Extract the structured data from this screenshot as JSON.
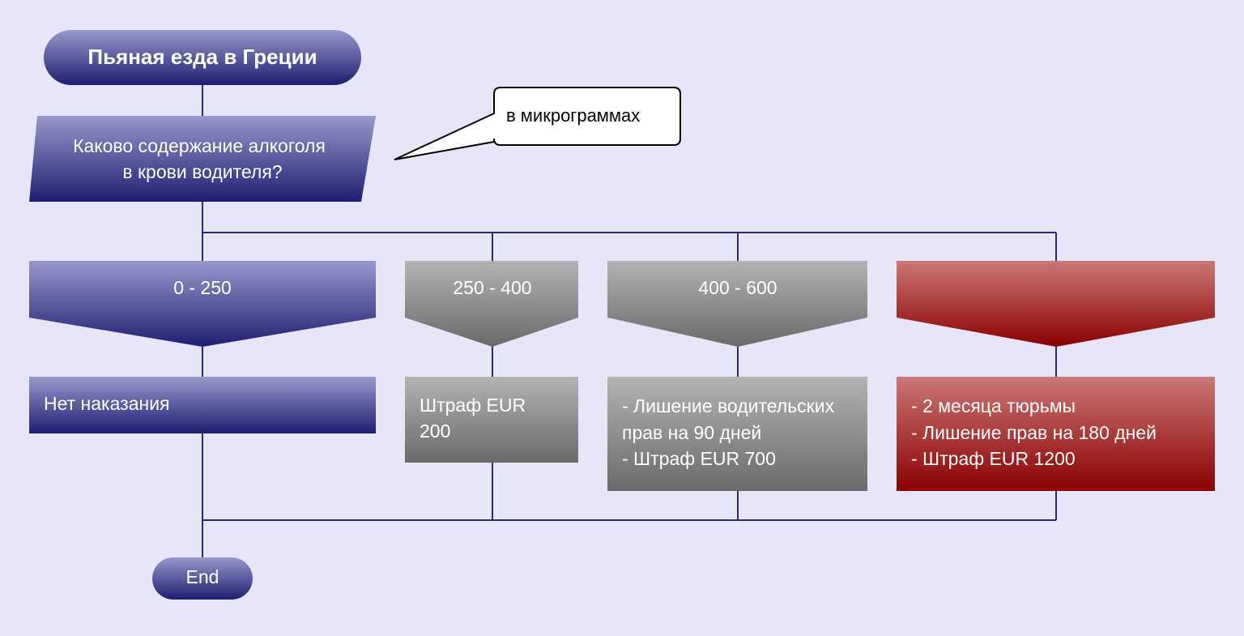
{
  "title": "Пьяная езда в Греции",
  "question": {
    "lines": [
      "Каково содержание алкоголя",
      "в крови водителя?"
    ]
  },
  "note": "в микрограммах",
  "branches": [
    {
      "label": "0 - 250",
      "outcome_lines": [
        "Нет наказания"
      ],
      "style": "blue"
    },
    {
      "label": "250 - 400",
      "outcome_lines": [
        "Штраф EUR",
        "200"
      ],
      "style": "gray"
    },
    {
      "label": "400 - 600",
      "outcome_lines": [
        "- Лишение водительских",
        "прав на 90 дней",
        "- Штраф EUR 700"
      ],
      "style": "gray"
    },
    {
      "label": "",
      "outcome_lines": [
        "- 2 месяца тюрьмы",
        "- Лишение прав на 180 дней",
        "- Штраф EUR 1200"
      ],
      "style": "red"
    }
  ],
  "end_label": "End",
  "colors": {
    "background": "#e6e6f8",
    "blue_top": "#9898cc",
    "blue_bottom": "#1e1e72",
    "gray_top": "#b3b3b3",
    "gray_bottom": "#6a6a6a",
    "red_top": "#cc7777",
    "red_bottom": "#8a0000",
    "connector": "#2a2a7a"
  }
}
